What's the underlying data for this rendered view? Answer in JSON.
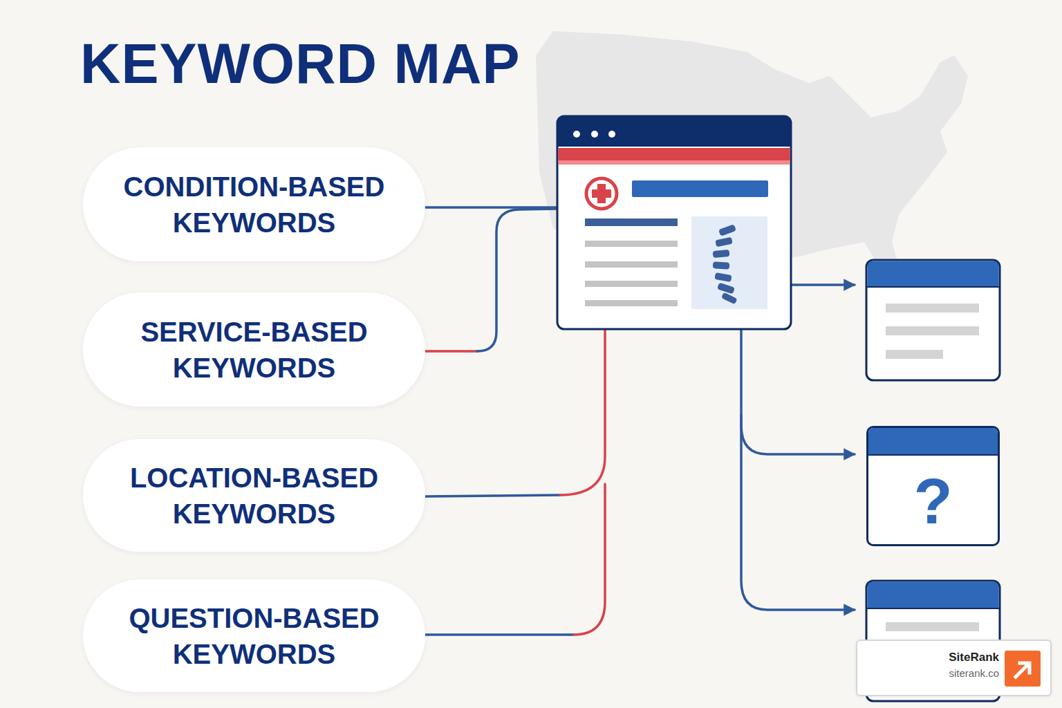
{
  "diagram": {
    "title": "KEYWORD MAP",
    "nodes": [
      {
        "text": [
          "CONDITION-BASED KEYWORDS"
        ]
      },
      {
        "text": [
          "SERVICE-BASED KEYWORDS"
        ]
      },
      {
        "text": [
          "LOCATION-BASED KEYWORDS"
        ]
      },
      {
        "text": [
          "QUESTION-BASED KEYWORDS"
        ]
      },
      {
        "text": [
          "?"
        ]
      },
      {
        "text": [
          "SiteRank",
          "siterank.co"
        ]
      }
    ]
  }
}
